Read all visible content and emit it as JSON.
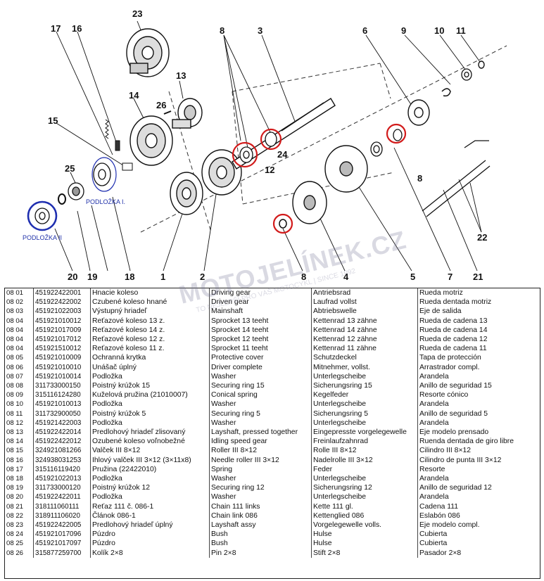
{
  "diagram": {
    "callouts": [
      "23",
      "17",
      "16",
      "13",
      "14",
      "26",
      "15",
      "25",
      "8",
      "3",
      "24",
      "12",
      "6",
      "9",
      "10",
      "11",
      "8",
      "22",
      "21",
      "7",
      "5",
      "4",
      "8",
      "2",
      "1",
      "18",
      "19",
      "20"
    ],
    "washer_labels": {
      "washer_1": "PODLOŽKA I.",
      "washer_2": "PODLOŽKA II"
    }
  },
  "watermark": {
    "brand": "MOTOJELÍNEK.CZ",
    "tagline": "TO NEJLEPŠÍ PRO VÁŠ MOTOCYKL | SINCE 1992"
  },
  "parts": [
    [
      "08 01",
      "451922422001",
      "Hnacie koleso",
      "Driving gear",
      "Antriebsrad",
      "Rueda motriz"
    ],
    [
      "08 02",
      "451922422002",
      "Czubené koleso hnané",
      "Driven gear",
      "Laufrad vollst",
      "Rueda dentada motriz"
    ],
    [
      "08 03",
      "451921022003",
      "Výstupný hriadeľ",
      "Mainshaft",
      "Abtriebswelle",
      "Eje de salida"
    ],
    [
      "08 04",
      "451921010012",
      "Reťazové koleso 13 z.",
      "Sprocket 13 teeht",
      "Kettenrad 13 zähne",
      "Rueda de cadena 13"
    ],
    [
      "08 04",
      "451921017009",
      "Reťazové koleso 14 z.",
      "Sprocket 14 teeht",
      "Kettenrad 14 zähne",
      "Rueda de cadena 14"
    ],
    [
      "08 04",
      "451921017012",
      "Reťazové koleso 12 z.",
      "Sprocket 12 teeht",
      "Kettenrad 12 zähne",
      "Rueda de cadena 12"
    ],
    [
      "08 04",
      "451921510012",
      "Reťazové koleso 11 z.",
      "Sprocket 11 teeht",
      "Kettenrad 11 zähne",
      "Rueda de cadena 11"
    ],
    [
      "08 05",
      "451921010009",
      "Ochranná krytka",
      "Protective cover",
      "Schutzdeckel",
      "Tapa de protección"
    ],
    [
      "08 06",
      "451921010010",
      "Unášač úplný",
      "Driver complete",
      "Mitnehmer, vollst.",
      "Arrastrador compl."
    ],
    [
      "08 07",
      "451921010014",
      "Podložka",
      "Washer",
      "Unterlegscheibe",
      "Arandela"
    ],
    [
      "08 08",
      "311733000150",
      "Poistný krúžok 15",
      "Securing ring 15",
      "Sicherungsring 15",
      "Anillo de seguridad 15"
    ],
    [
      "08 09",
      "315116124280",
      "Kuželová pružina (21010007)",
      "Conical spring",
      "Kegelfeder",
      "Resorte cónico"
    ],
    [
      "08 10",
      "451921010013",
      "Podložka",
      "Washer",
      "Unterlegscheibe",
      "Arandela"
    ],
    [
      "08 11",
      "311732900050",
      "Poistný krúžok 5",
      "Securing ring 5",
      "Sicherungsring 5",
      "Anillo de seguridad 5"
    ],
    [
      "08 12",
      "451921422003",
      "Podložka",
      "Washer",
      "Unterlegscheibe",
      "Arandela"
    ],
    [
      "08 13",
      "451922422014",
      "Predlohový hriadeľ zlisovaný",
      "Layshaft, pressed together",
      "Eingepresste vorgelegewelle",
      "Eje modelo prensado"
    ],
    [
      "08 14",
      "451922422012",
      "Ozubené koleso voľnobežné",
      "Idling speed gear",
      "Freinlaufzahnrad",
      "Ruenda dentada de giro libre"
    ],
    [
      "08 15",
      "324921081266",
      "Valček III 8×12",
      "Roller III 8×12",
      "Rolle III 8×12",
      "Cilindro III 8×12"
    ],
    [
      "08 16",
      "324938031253",
      "Ihlový valček III 3×12 (3×11x8)",
      "Needle roller III 3×12",
      "Nadelrolle III 3×12",
      "Cilindro de punta III 3×12"
    ],
    [
      "08 17",
      "315116119420",
      "Pružina (22422010)",
      "Spring",
      "Feder",
      "Resorte"
    ],
    [
      "08 18",
      "451921022013",
      "Podložka",
      "Washer",
      "Unterlegscheibe",
      "Arandela"
    ],
    [
      "08 19",
      "311733000120",
      "Poistný krúžok 12",
      "Securing ring 12",
      "Sicherungsring 12",
      "Anillo de seguridad  12"
    ],
    [
      "08 20",
      "451922422011",
      "Podložka",
      "Washer",
      "Unterlegscheibe",
      "Arandela"
    ],
    [
      "08 21",
      "318111060111",
      "Reťaz 111 č. 086-1",
      "Chain 111 links",
      "Kette 111 gl.",
      "Cadena 111"
    ],
    [
      "08 22",
      "318911106020",
      "Článok 086-1",
      "Chain link 086",
      "Kettenglied 086",
      "Eslabón 086"
    ],
    [
      "08 23",
      "451922422005",
      "Predlohový hriadeľ úplný",
      "Layshaft assy",
      "Vorgelegewelle volls.",
      "Eje modelo compl."
    ],
    [
      "08 24",
      "451921017096",
      "Púzdro",
      "Bush",
      "Hulse",
      "Cubierta"
    ],
    [
      "08 25",
      "451921017097",
      "Púzdro",
      "Bush",
      "Hulse",
      "Cubierta"
    ],
    [
      "08 26",
      "315877259700",
      "Kolík 2×8",
      "Pin 2×8",
      "Stift 2×8",
      "Pasador 2×8"
    ]
  ]
}
